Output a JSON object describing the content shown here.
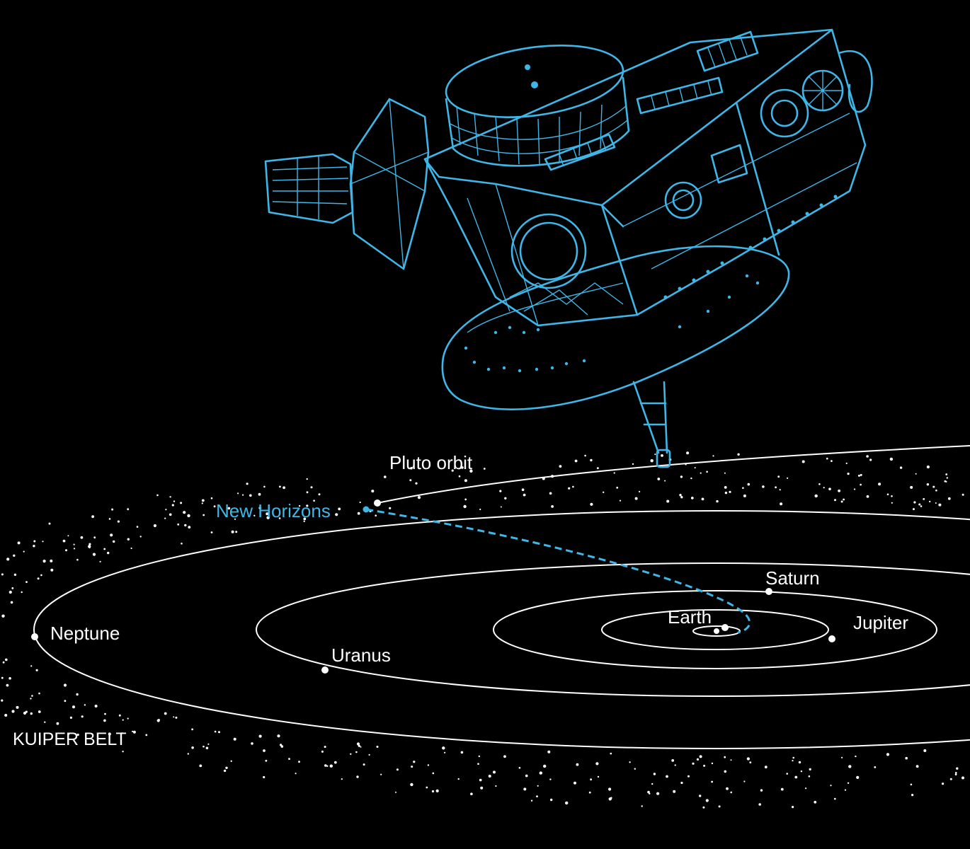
{
  "colors": {
    "background": "#000000",
    "orbits": "#ffffff",
    "spacecraft": "#3fb6e8",
    "trajectory": "#3fb6e8"
  },
  "labels": {
    "pluto_orbit": "Pluto orbit",
    "new_horizons": "New Horizons",
    "saturn": "Saturn",
    "earth": "Earth",
    "jupiter": "Jupiter",
    "neptune": "Neptune",
    "uranus": "Uranus",
    "kuiper_belt": "KUIPER BELT"
  },
  "icons": {
    "spacecraft": "new-horizons-spacecraft-line-drawing"
  }
}
